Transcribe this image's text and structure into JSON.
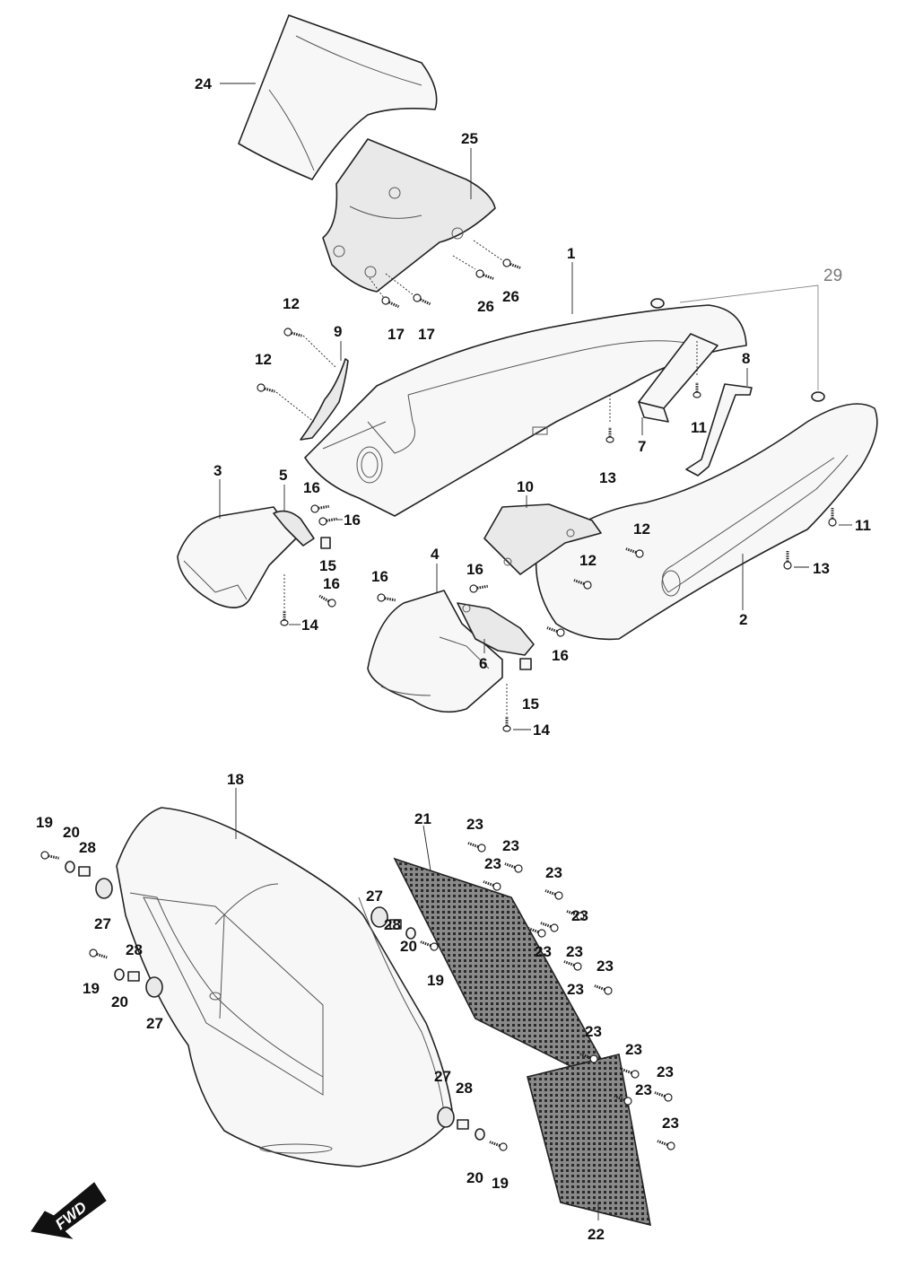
{
  "callouts": {
    "c1": "1",
    "c2": "2",
    "c3": "3",
    "c4": "4",
    "c5": "5",
    "c6": "6",
    "c7": "7",
    "c8": "8",
    "c9": "9",
    "c10": "10",
    "c11a": "11",
    "c11b": "11",
    "c12a": "12",
    "c12b": "12",
    "c12c": "12",
    "c12d": "12",
    "c13a": "13",
    "c13b": "13",
    "c14a": "14",
    "c14b": "14",
    "c15a": "15",
    "c15b": "15",
    "c16a": "16",
    "c16b": "16",
    "c16c": "16",
    "c16d": "16",
    "c16e": "16",
    "c16f": "16",
    "c17a": "17",
    "c17b": "17",
    "c18": "18",
    "c19a": "19",
    "c19b": "19",
    "c19c": "19",
    "c19d": "19",
    "c20a": "20",
    "c20b": "20",
    "c20c": "20",
    "c20d": "20",
    "c21": "21",
    "c22": "22",
    "c23a": "23",
    "c23b": "23",
    "c23c": "23",
    "c23d": "23",
    "c23e": "23",
    "c23f": "23",
    "c23g": "23",
    "c23h": "23",
    "c23i": "23",
    "c23j": "23",
    "c23k": "23",
    "c23l": "23",
    "c23m": "23",
    "c23n": "23",
    "c24": "24",
    "c25": "25",
    "c26a": "26",
    "c26b": "26",
    "c27a": "27",
    "c27b": "27",
    "c27c": "27",
    "c27d": "27",
    "c28a": "28",
    "c28b": "28",
    "c28c": "28",
    "c28d": "28",
    "c29": "29"
  },
  "direction_label": "FWD"
}
